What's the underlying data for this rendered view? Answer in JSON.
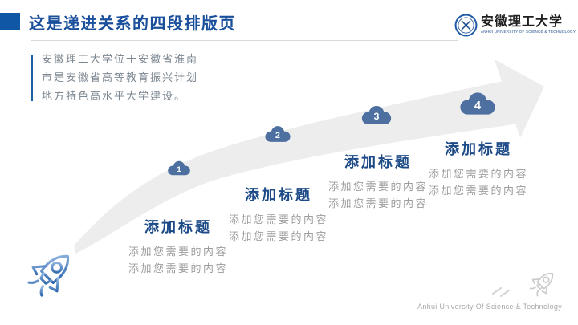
{
  "slide": {
    "title": "这是递进关系的四段排版页",
    "logo": {
      "name_cn": "安徽理工大学",
      "name_en": "ANHUI UNIVERSITY OF SCIENCE & TECHNOLOGY"
    },
    "intro_lines": [
      "安徽理工大学位于安徽省淮南",
      "市是安徽省高等教育振兴计划",
      "地方特色高水平大学建设。"
    ],
    "stages": [
      {
        "num": "1",
        "title": "添加标题",
        "lines": [
          "添加您需要的内容",
          "添加您需要的内容"
        ]
      },
      {
        "num": "2",
        "title": "添加标题",
        "lines": [
          "添加您需要的内容",
          "添加您需要的内容"
        ]
      },
      {
        "num": "3",
        "title": "添加标题",
        "lines": [
          "添加您需要的内容",
          "添加您需要的内容"
        ]
      },
      {
        "num": "4",
        "title": "添加标题",
        "lines": [
          "添加您需要的内容",
          "添加您需要的内容"
        ]
      }
    ],
    "footer": {
      "caption_en": "Anhui University Of Science & Technology"
    },
    "colors": {
      "accent_square": "#1057a5",
      "title_text": "#1a4f9c",
      "stage_title": "#1c4a86",
      "cloud_blue": "#4d70a1",
      "arrow_gray": "#ededed",
      "content_gray": "#9d9d9d",
      "intro_bar": "#1f5fa6",
      "rocket_blue_light": "#9fc0e6",
      "rocket_blue_dark": "#2a63ac",
      "rocket_gray": "#cdcdcd"
    }
  }
}
